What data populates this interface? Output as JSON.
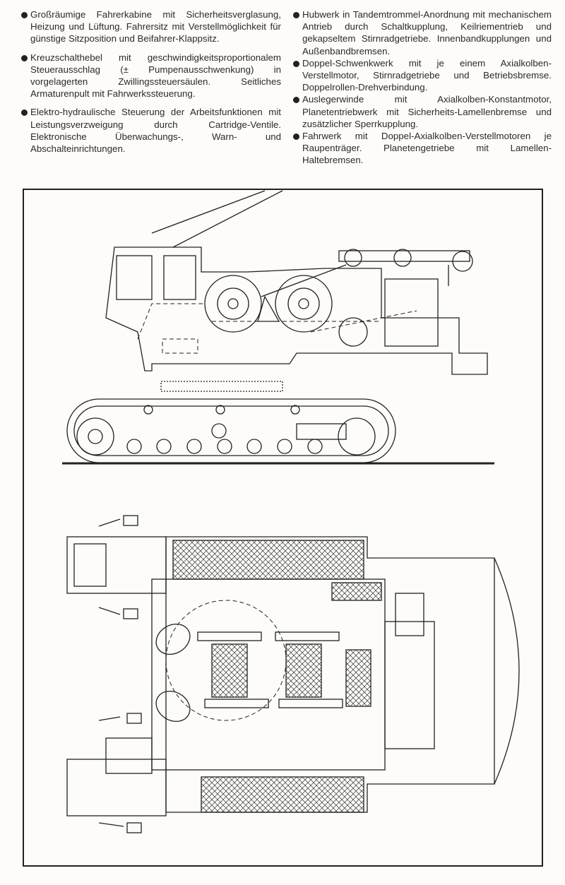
{
  "left_column": [
    {
      "text": "Großräumige Fahrerkabine mit Sicherheitsverglasung, Heizung und Lüftung. Fahrersitz mit Verstellmöglichkeit für günstige Sitzposition und Beifahrer-Klappsitz."
    },
    {
      "text": "Kreuzschalthebel mit geschwindigkeitsproportionalem Steuerausschlag (± Pumpenausschwenkung) in vorgelagerten Zwillingssteuersäulen. Seitliches Armaturenpult mit Fahrwerkssteuerung."
    },
    {
      "text": "Elektro-hydraulische Steuerung der Arbeitsfunktionen mit Leistungsverzweigung durch Cartridge-Ventile. Elektronische Überwachungs-, Warn- und Abschalteinrichtungen."
    }
  ],
  "right_column": [
    {
      "text": "Hubwerk in Tandemtrommel-Anordnung mit mechanischem Antrieb durch Schaltkupplung, Keilriementrieb und gekapseltem Stirnradgetriebe. Innenbandkupplungen und Außenbandbremsen."
    },
    {
      "text": "Doppel-Schwenkwerk mit je einem Axialkolben-Verstellmotor, Stirnradgetriebe und Betriebsbremse. Doppelrollen-Drehverbindung."
    },
    {
      "text": "Auslegerwinde mit Axialkolben-Konstantmotor, Planetentriebwerk mit Sicherheits-Lamellenbremse und zusätzlicher Sperrkupplung."
    },
    {
      "text": "Fahrwerk mit Doppel-Axialkolben-Verstellmotoren je Raupenträger. Planetengetriebe mit Lamellen-Haltebremsen."
    }
  ]
}
